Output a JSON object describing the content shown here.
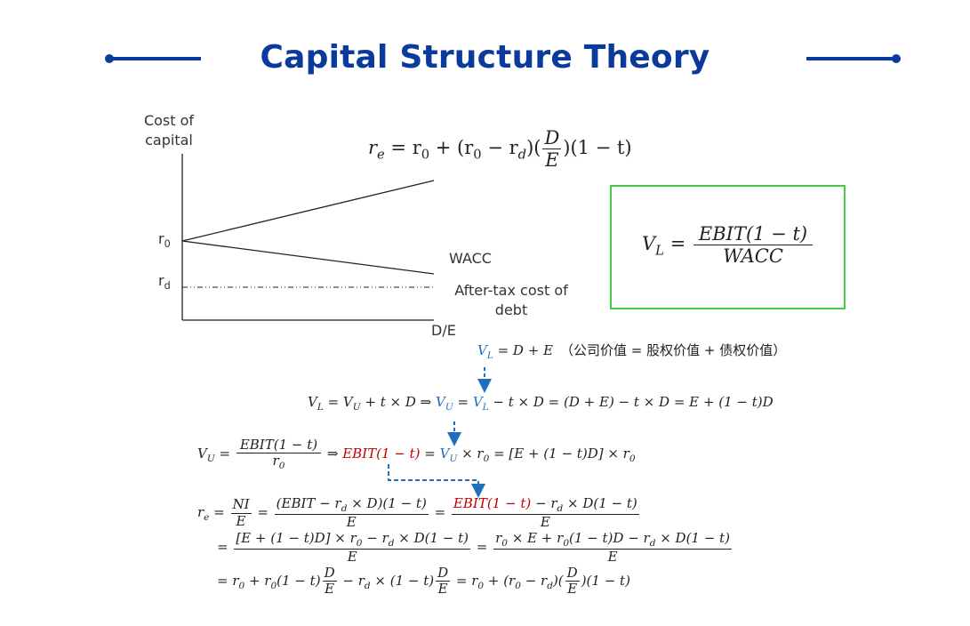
{
  "title": "Capital Structure Theory",
  "colors": {
    "title": "#0a3a9c",
    "accent_blue": "#1f6fbf",
    "accent_red": "#c00000",
    "box_border": "#49c94a"
  },
  "graph": {
    "y_axis_label_line1": "Cost of",
    "y_axis_label_line2": "capital",
    "x_axis_label": "D/E",
    "r0": "r",
    "r0_sub": "0",
    "rd": "r",
    "rd_sub": "d",
    "wacc_label": "WACC",
    "debt_label_line1": "After-tax cost of",
    "debt_label_line2": "debt"
  },
  "formulas": {
    "re_top": {
      "lhs": "r",
      "lhs_sub": "e",
      "body1": " = r",
      "s1": "0",
      "body2": " + (r",
      "s2": "0",
      "body3": " − r",
      "s3": "d",
      "body4": ")(",
      "num": "D",
      "den": "E",
      "body5": ")(1 − t)"
    },
    "vl_box": {
      "lhs": "V",
      "lhs_sub": "L",
      "eq": " = ",
      "num": "EBIT(1 − t)",
      "den": "WACC"
    },
    "vl_def": {
      "v": "V",
      "v_sub": "L",
      "rest": " = D + E",
      "note": "（公司价值 = 股权价值 + 债权价值）"
    },
    "vl_line": {
      "a": "V",
      "a_sub": "L",
      "b": " = V",
      "b_sub": "U",
      "c": " + t × D  ⇒  ",
      "d": "V",
      "d_sub": "U",
      "e": " = ",
      "f": "V",
      "f_sub": "L",
      "g": " − t × D = (D + E) − t × D = E + (1 − t)D"
    },
    "vu_line": {
      "a": "V",
      "a_sub": "U",
      "eq": " = ",
      "num": "EBIT(1 − t)",
      "den_r": "r",
      "den_sub": "0",
      "arrow": "  ⇒  ",
      "red": "EBIT(1 − t)",
      "eq2": " = ",
      "vu": "V",
      "vu_sub": "U",
      "rest1": " × r",
      "rest1_sub": "0",
      "rest2": " = [E + (1 − t)D] × r",
      "rest2_sub": "0"
    },
    "re_line1": {
      "lhs": "r",
      "lhs_sub": "e",
      "eq": " = ",
      "f1_num": "NI",
      "f1_den": "E",
      "f2_num_a": "(EBIT − r",
      "f2_num_sub": "d",
      "f2_num_b": " × D)(1 − t)",
      "f2_den": "E",
      "f3_red": "EBIT(1 − t)",
      "f3_num_a": " − r",
      "f3_num_sub": "d",
      "f3_num_b": " × D(1 − t)",
      "f3_den": "E"
    },
    "re_line2": {
      "eq": "= ",
      "f1_num_a": "[E + (1 − t)D] × r",
      "f1_sub1": "0",
      "f1_num_b": " − r",
      "f1_sub2": "d",
      "f1_num_c": " × D(1 − t)",
      "f1_den": "E",
      "f2_num_a": "r",
      "f2_sub1": "0",
      "f2_num_b": " × E + r",
      "f2_sub2": "0",
      "f2_num_c": "(1 − t)D − r",
      "f2_sub3": "d",
      "f2_num_d": " × D(1 − t)",
      "f2_den": "E"
    },
    "re_line3": {
      "a": "= r",
      "a_sub": "0",
      "b": " + r",
      "b_sub": "0",
      "c": "(1 − t)",
      "n1": "D",
      "d1": "E",
      "d": " − r",
      "d_sub": "d",
      "e": " × (1 − t)",
      "n2": "D",
      "d2": "E",
      "f": " = r",
      "f_sub": "0",
      "g": " + (r",
      "g_sub": "0",
      "h": " − r",
      "h_sub": "d",
      "i": ")(",
      "n3": "D",
      "d3": "E",
      "j": ")(1 − t)"
    }
  }
}
